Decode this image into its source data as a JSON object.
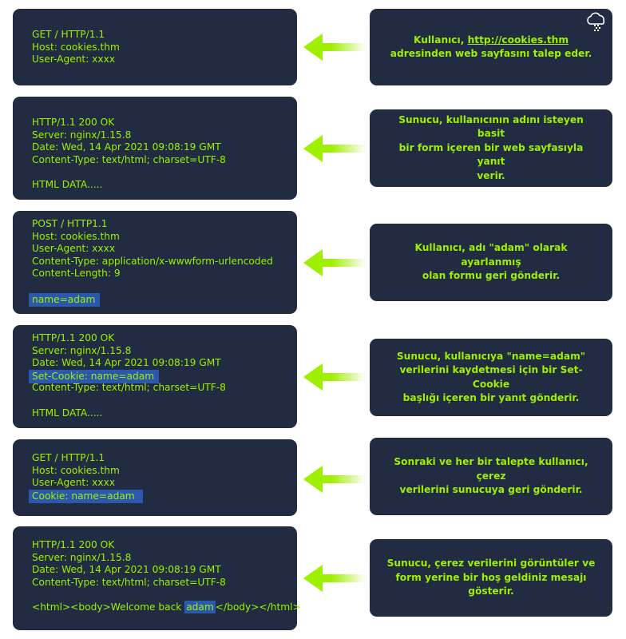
{
  "steps": [
    {
      "request": [
        {
          "text": "GET / HTTP/1.1"
        },
        {
          "text": "Host: cookies.thm"
        },
        {
          "text": "User-Agent: xxxx"
        }
      ],
      "description": {
        "line1_prefix": "Kullanıcı, ",
        "link": "http://cookies.thm",
        "line2": "adresinden web sayfasını talep eder."
      }
    },
    {
      "request": [
        {
          "text": "HTTP/1.1 200 OK"
        },
        {
          "text": "Server: nginx/1.15.8"
        },
        {
          "text": "Date: Wed, 14 Apr 2021 09:08:19 GMT"
        },
        {
          "text": "Content-Type: text/html; charset=UTF-8"
        },
        {
          "text": ""
        },
        {
          "text": "HTML DATA....."
        }
      ],
      "description": [
        "Sunucu, kullanıcının adını isteyen basit",
        "bir form içeren bir web sayfasıyla yanıt",
        "verir."
      ]
    },
    {
      "request": [
        {
          "text": "POST / HTTP1.1"
        },
        {
          "text": "Host: cookies.thm"
        },
        {
          "text": "User-Agent: xxxx"
        },
        {
          "text": "Content-Type: application/x-wwwform-urlencoded"
        },
        {
          "text": "Content-Length: 9"
        },
        {
          "text": ""
        },
        {
          "text": "name=adam",
          "highlight": true
        }
      ],
      "description": [
        "Kullanıcı, adı \"adam\" olarak ayarlanmış",
        "olan formu geri gönderir."
      ]
    },
    {
      "request": [
        {
          "text": "HTTP/1.1 200 OK"
        },
        {
          "text": "Server: nginx/1.15.8"
        },
        {
          "text": "Date: Wed, 14 Apr 2021 09:08:19 GMT"
        },
        {
          "text": "Set-Cookie: name=adam",
          "highlight": true
        },
        {
          "text": "Content-Type: text/html; charset=UTF-8"
        },
        {
          "text": ""
        },
        {
          "text": "HTML DATA....."
        }
      ],
      "description": [
        "Sunucu, kullanıcıya \"name=adam\"",
        "verilerini kaydetmesi için bir Set-Cookie",
        "başlığı içeren bir yanıt gönderir."
      ]
    },
    {
      "request": [
        {
          "text": "GET / HTTP/1.1"
        },
        {
          "text": "Host: cookies.thm"
        },
        {
          "text": "User-Agent: xxxx"
        },
        {
          "text": "Cookie: name=adam",
          "highlight": true
        }
      ],
      "description": [
        "Sonraki ve her bir talepte kullanıcı, çerez",
        "verilerini sunucuya geri gönderir."
      ]
    },
    {
      "request": [
        {
          "text": "HTTP/1.1 200 OK"
        },
        {
          "text": "Server: nginx/1.15.8"
        },
        {
          "text": "Date: Wed, 14 Apr 2021 09:08:19 GMT"
        },
        {
          "text": "Content-Type: text/html; charset=UTF-8"
        },
        {
          "text": ""
        }
      ],
      "html_line": {
        "before": "<html><body>Welcome back ",
        "name": "adam",
        "after": "</body></html>"
      },
      "description": [
        "Sunucu, çerez verilerini görüntüler ve",
        "form yerine bir hoş geldiniz mesajı",
        "gösterir."
      ]
    }
  ],
  "colors": {
    "box": "#212c42",
    "accent": "#9fef00",
    "highlight": "#2b57ad"
  },
  "icon": "cloud-logo-icon"
}
